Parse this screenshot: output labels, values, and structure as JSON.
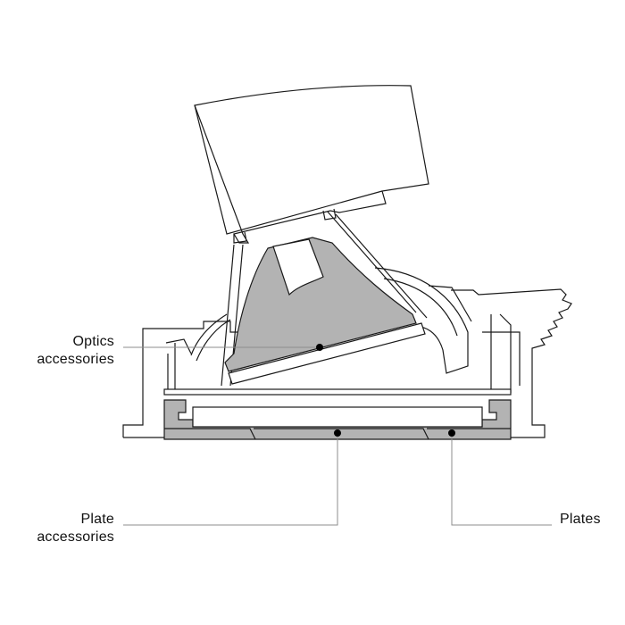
{
  "colors": {
    "stroke": "#1a1a1a",
    "part_fill": "#ffffff",
    "highlight_fill": "#b3b3b3",
    "leader": "#8c8c8c",
    "dot": "#000000"
  },
  "labels": {
    "optics": [
      "Optics",
      "accessories"
    ],
    "plate": [
      "Plate",
      "accessories"
    ],
    "plates": [
      "Plates"
    ]
  }
}
